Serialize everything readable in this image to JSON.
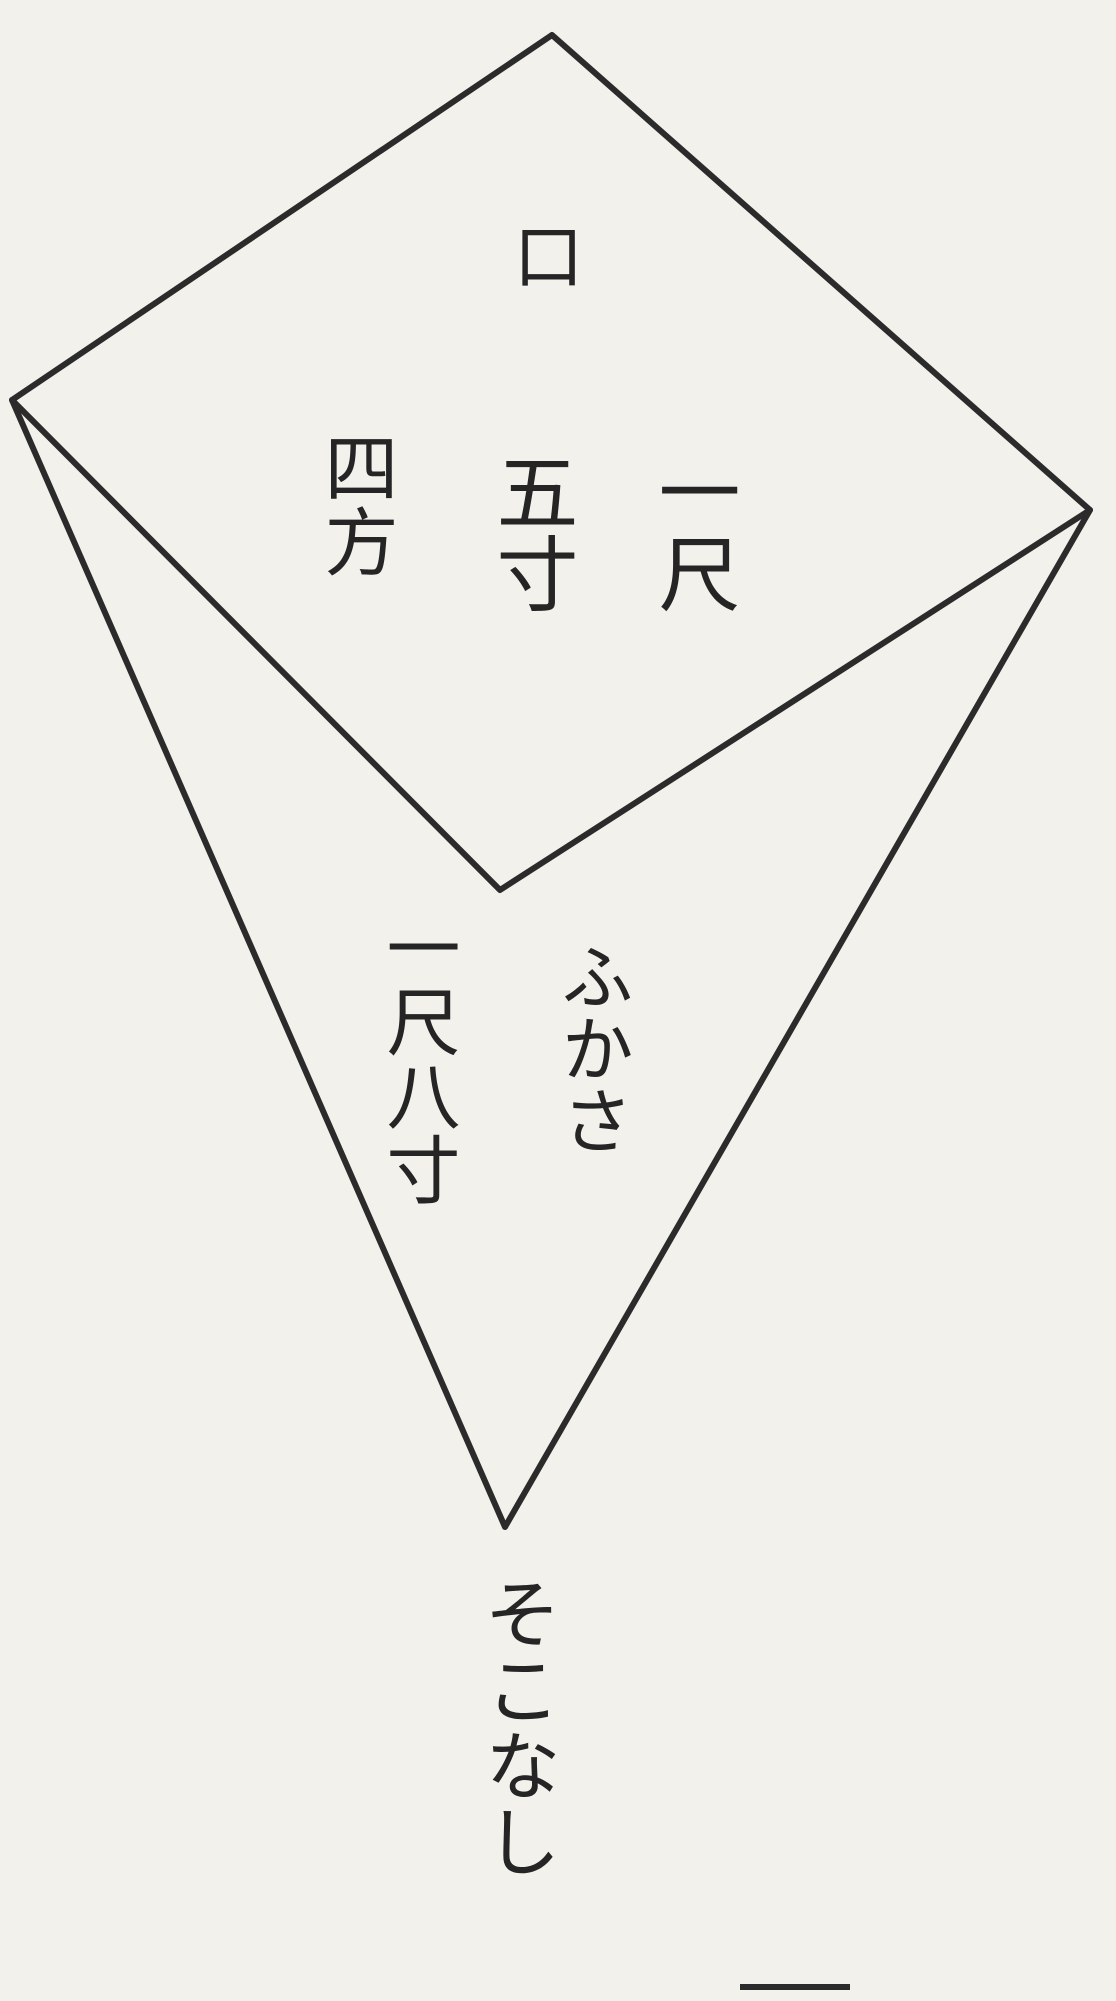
{
  "labels": {
    "mouth": "口",
    "size_1": "一尺",
    "size_2": "五寸",
    "size_3": "四方",
    "depth_1": "ふかさ",
    "depth_2": "一尺八寸",
    "bottom": "そこなし"
  },
  "colors": {
    "paper": "#f2f1ec",
    "ink": "#2b2b2b"
  }
}
